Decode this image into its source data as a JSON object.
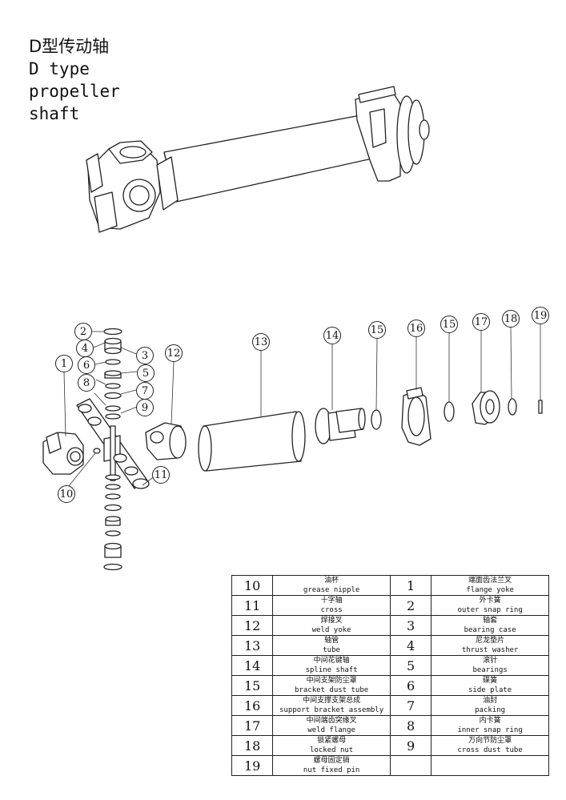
{
  "title": {
    "cn": "D型传动轴",
    "en_lines": [
      "D type",
      "propeller",
      "shaft"
    ]
  },
  "callouts": [
    "1",
    "2",
    "3",
    "4",
    "5",
    "6",
    "7",
    "8",
    "9",
    "10",
    "11",
    "12",
    "13",
    "14",
    "15",
    "16",
    "15",
    "17",
    "18",
    "19"
  ],
  "parts_table": [
    {
      "left": {
        "no": "10",
        "zh": "油杯",
        "en": "grease nipple"
      },
      "right": {
        "no": "1",
        "zh": "端面齿法兰叉",
        "en": "flange yoke"
      }
    },
    {
      "left": {
        "no": "11",
        "zh": "十字轴",
        "en": "cross"
      },
      "right": {
        "no": "2",
        "zh": "外卡簧",
        "en": "outer snap ring"
      }
    },
    {
      "left": {
        "no": "12",
        "zh": "焊接叉",
        "en": "weld yoke"
      },
      "right": {
        "no": "3",
        "zh": "轴套",
        "en": "bearing case"
      }
    },
    {
      "left": {
        "no": "13",
        "zh": "轴管",
        "en": "tube"
      },
      "right": {
        "no": "4",
        "zh": "尼龙垫片",
        "en": "thrust washer"
      }
    },
    {
      "left": {
        "no": "14",
        "zh": "中间花键轴",
        "en": "spline shaft"
      },
      "right": {
        "no": "5",
        "zh": "滚针",
        "en": "bearings"
      }
    },
    {
      "left": {
        "no": "15",
        "zh": "中间支架防尘罩",
        "en": "bracket dust tube"
      },
      "right": {
        "no": "6",
        "zh": "碟簧",
        "en": "side plate"
      }
    },
    {
      "left": {
        "no": "16",
        "zh": "中间支撑支架总成",
        "en": "support bracket assembly"
      },
      "right": {
        "no": "7",
        "zh": "油封",
        "en": "packing"
      }
    },
    {
      "left": {
        "no": "17",
        "zh": "中间端齿突缘叉",
        "en": "weld flange"
      },
      "right": {
        "no": "8",
        "zh": "内卡簧",
        "en": "inner snap ring"
      }
    },
    {
      "left": {
        "no": "18",
        "zh": "锁紧螺母",
        "en": "locked nut"
      },
      "right": {
        "no": "9",
        "zh": "万向节防尘罩",
        "en": "cross dust tube"
      }
    },
    {
      "left": {
        "no": "19",
        "zh": "螺母固定销",
        "en": "nut fixed pin"
      },
      "right": {
        "no": "",
        "zh": "",
        "en": ""
      }
    }
  ]
}
